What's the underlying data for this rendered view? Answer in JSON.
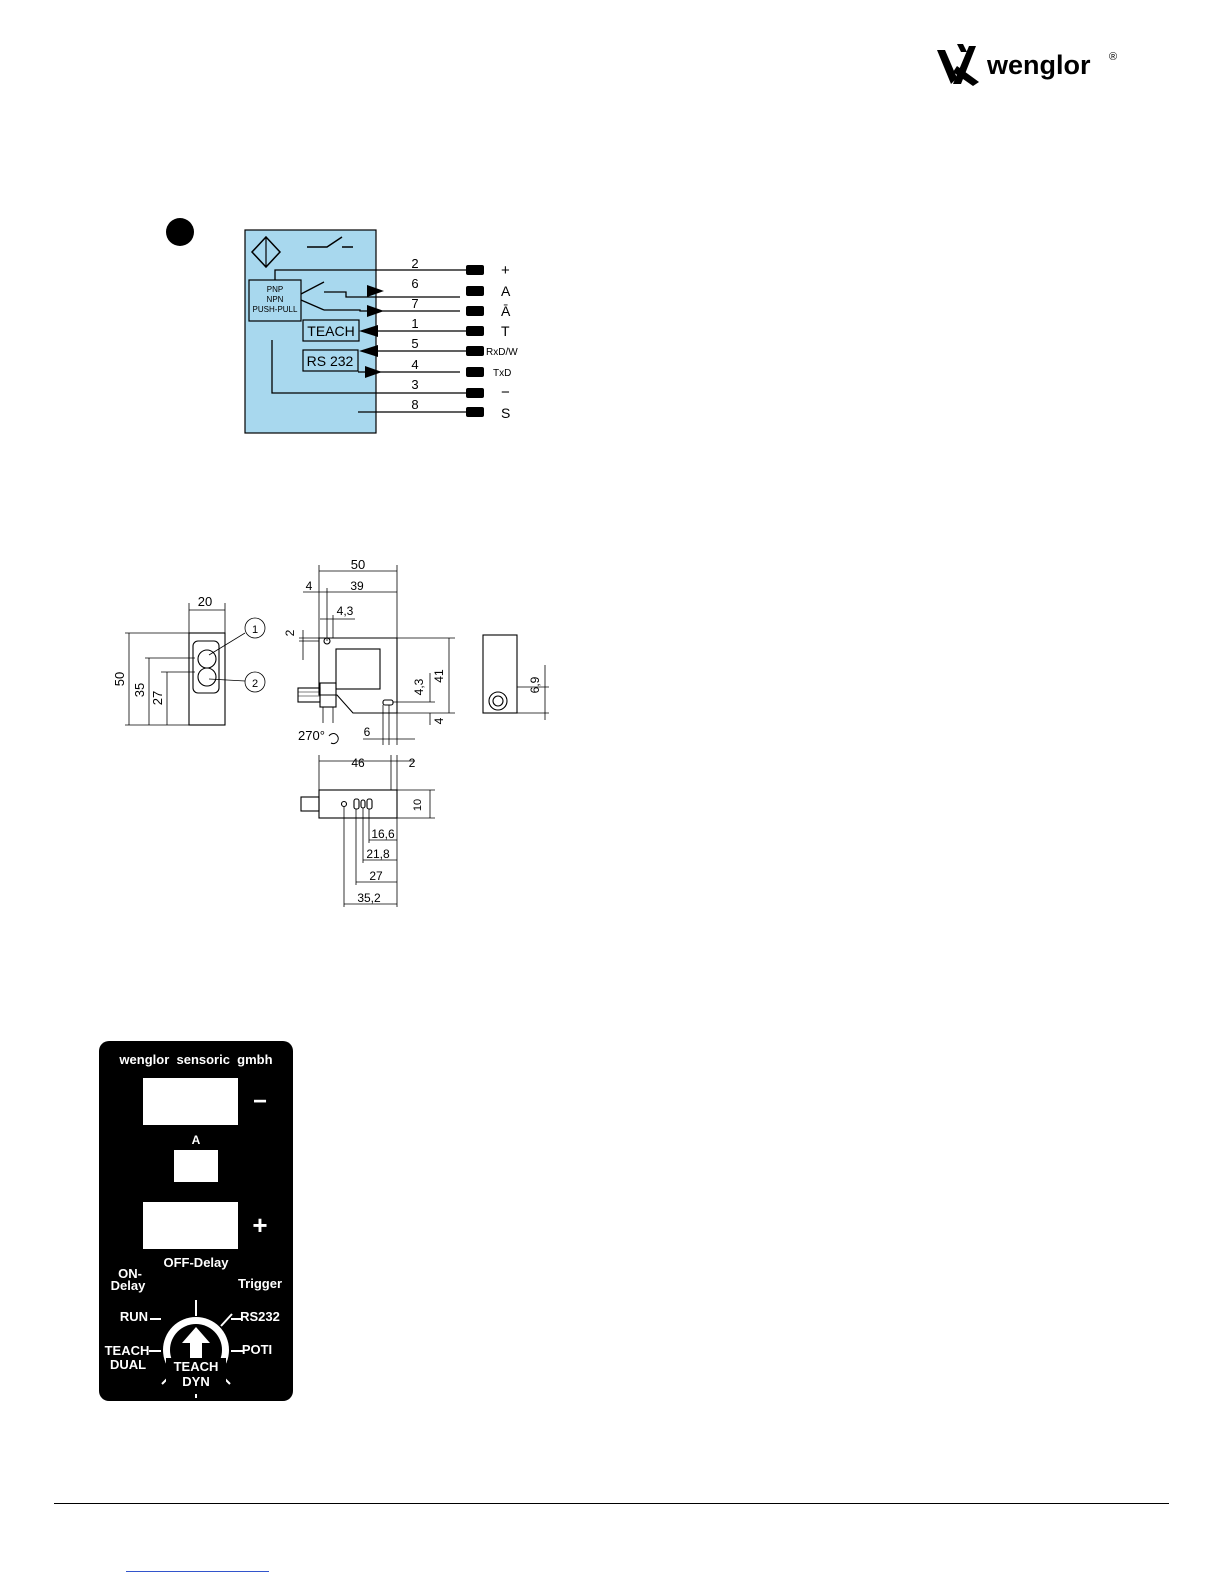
{
  "logo": {
    "text": "wenglor",
    "reg": "®"
  },
  "wiring": {
    "blocks": {
      "output_stage": [
        "PNP",
        "NPN",
        "PUSH-PULL"
      ],
      "teach": "TEACH",
      "rs232": "RS 232"
    },
    "pins": [
      {
        "num": "2",
        "label": "+"
      },
      {
        "num": "6",
        "label": "A"
      },
      {
        "num": "7",
        "label": "Ā"
      },
      {
        "num": "1",
        "label": "T"
      },
      {
        "num": "5",
        "label": "RxD/W"
      },
      {
        "num": "4",
        "label": "TxD"
      },
      {
        "num": "3",
        "label": "−"
      },
      {
        "num": "8",
        "label": "S"
      }
    ]
  },
  "dimensions": {
    "side": {
      "width": "20",
      "height": "50",
      "h35": "35",
      "h27": "27",
      "callout1": "1",
      "callout2": "2"
    },
    "front": {
      "w50": "50",
      "w4": "4",
      "w39": "39",
      "w43": "4,3",
      "v2": "2",
      "h41": "41",
      "h43": "4,3",
      "h4": "4",
      "h6": "6",
      "rotation": "270°"
    },
    "end": {
      "d69": "6,9"
    },
    "bottom": {
      "w46": "46",
      "w2": "2",
      "h10": "10",
      "d166": "16,6",
      "d218": "21,8",
      "d27": "27",
      "d352": "35,2"
    }
  },
  "panel": {
    "brand": "wenglor  sensoric  gmbh",
    "minus": "−",
    "plus": "+",
    "a_label": "A",
    "dial": {
      "off_delay": "OFF-Delay",
      "on": "ON-",
      "delay": "Delay",
      "trigger": "Trigger",
      "run": "RUN",
      "rs232": "RS232",
      "teach1": "TEACH",
      "dual": "DUAL",
      "teach2": "TEACH",
      "dyn": "DYN",
      "poti": "POTI"
    }
  }
}
